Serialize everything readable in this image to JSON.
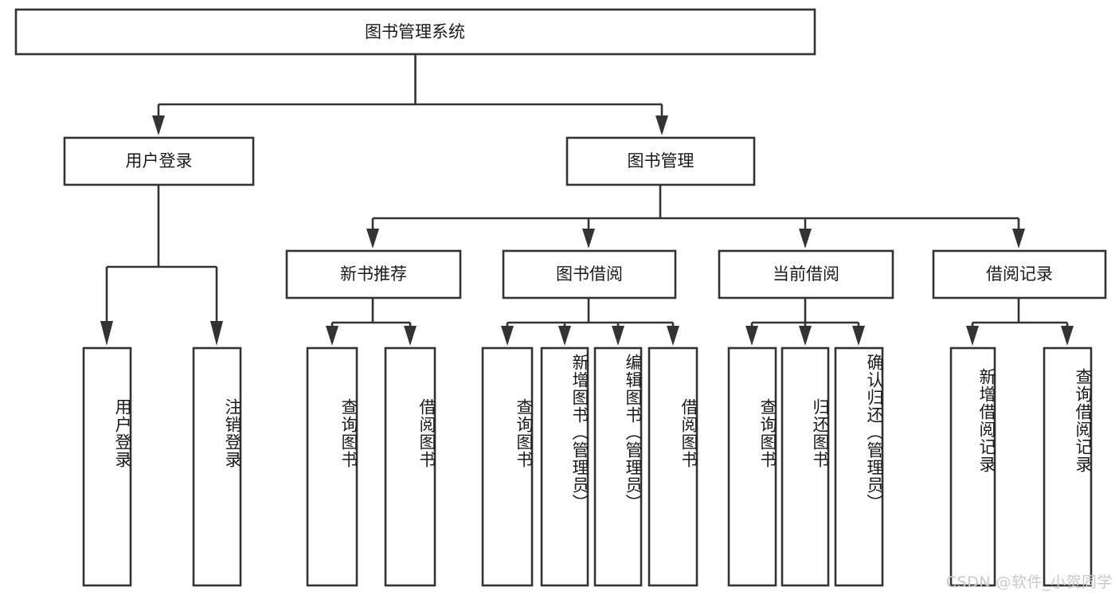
{
  "diagram": {
    "type": "tree-hierarchy",
    "title": "图书管理系统",
    "orientation": "top-down",
    "colors": {
      "box_stroke": "#333333",
      "box_fill": "#ffffff",
      "connector": "#333333",
      "text": "#1a1a1a",
      "watermark": "#c9c9c9",
      "background": "#ffffff"
    },
    "watermark": "CSDN @软件_小贺同学",
    "levels": {
      "level0": [
        {
          "id": "root",
          "label": "图书管理系统"
        }
      ],
      "level1": [
        {
          "id": "user-login",
          "label": "用户登录",
          "parent": "root"
        },
        {
          "id": "book-manage",
          "label": "图书管理",
          "parent": "root"
        }
      ],
      "level2": [
        {
          "id": "new-book-rec",
          "label": "新书推荐",
          "parent": "book-manage"
        },
        {
          "id": "book-borrow",
          "label": "图书借阅",
          "parent": "book-manage"
        },
        {
          "id": "current-borrow",
          "label": "当前借阅",
          "parent": "book-manage"
        },
        {
          "id": "borrow-record",
          "label": "借阅记录",
          "parent": "book-manage"
        }
      ],
      "level3": [
        {
          "id": "leaf-user-login",
          "label": "用户登录",
          "parent": "user-login"
        },
        {
          "id": "leaf-logout",
          "label": "注销登录",
          "parent": "user-login"
        },
        {
          "id": "leaf-query-book-1",
          "label": "查询图书",
          "parent": "new-book-rec"
        },
        {
          "id": "leaf-borrow-book-1",
          "label": "借阅图书",
          "parent": "new-book-rec"
        },
        {
          "id": "leaf-query-book-2",
          "label": "查询图书",
          "parent": "book-borrow"
        },
        {
          "id": "leaf-add-book",
          "label": "新增图书（管理员）",
          "parent": "book-borrow"
        },
        {
          "id": "leaf-edit-book",
          "label": "编辑图书（管理员）",
          "parent": "book-borrow"
        },
        {
          "id": "leaf-borrow-book-2",
          "label": "借阅图书",
          "parent": "book-borrow"
        },
        {
          "id": "leaf-query-book-3",
          "label": "查询图书",
          "parent": "current-borrow"
        },
        {
          "id": "leaf-return-book",
          "label": "归还图书",
          "parent": "current-borrow"
        },
        {
          "id": "leaf-confirm-return",
          "label": "确认归还（管理员）",
          "parent": "current-borrow"
        },
        {
          "id": "leaf-add-record",
          "label": "新增借阅记录",
          "parent": "borrow-record"
        },
        {
          "id": "leaf-query-record",
          "label": "查询借阅记录",
          "parent": "borrow-record"
        }
      ]
    }
  }
}
